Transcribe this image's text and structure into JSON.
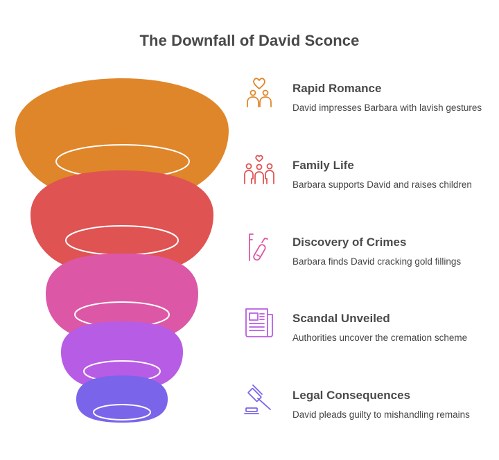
{
  "title": "The Downfall of David Sconce",
  "stages": [
    {
      "heading": "Rapid Romance",
      "description": "David impresses Barbara with lavish gestures",
      "color": "#E0862A",
      "icon": "couple-heart-icon"
    },
    {
      "heading": "Family Life",
      "description": "Barbara supports David and raises children",
      "color": "#E05353",
      "icon": "family-icon"
    },
    {
      "heading": "Discovery of Crimes",
      "description": "Barbara finds David cracking gold fillings",
      "color": "#DC58A6",
      "icon": "dental-tools-icon"
    },
    {
      "heading": "Scandal Unveiled",
      "description": "Authorities uncover the cremation scheme",
      "color": "#B75CE4",
      "icon": "newspaper-icon"
    },
    {
      "heading": "Legal Consequences",
      "description": "David pleads guilty to mishandling remains",
      "color": "#7A65EA",
      "icon": "gavel-icon"
    }
  ]
}
